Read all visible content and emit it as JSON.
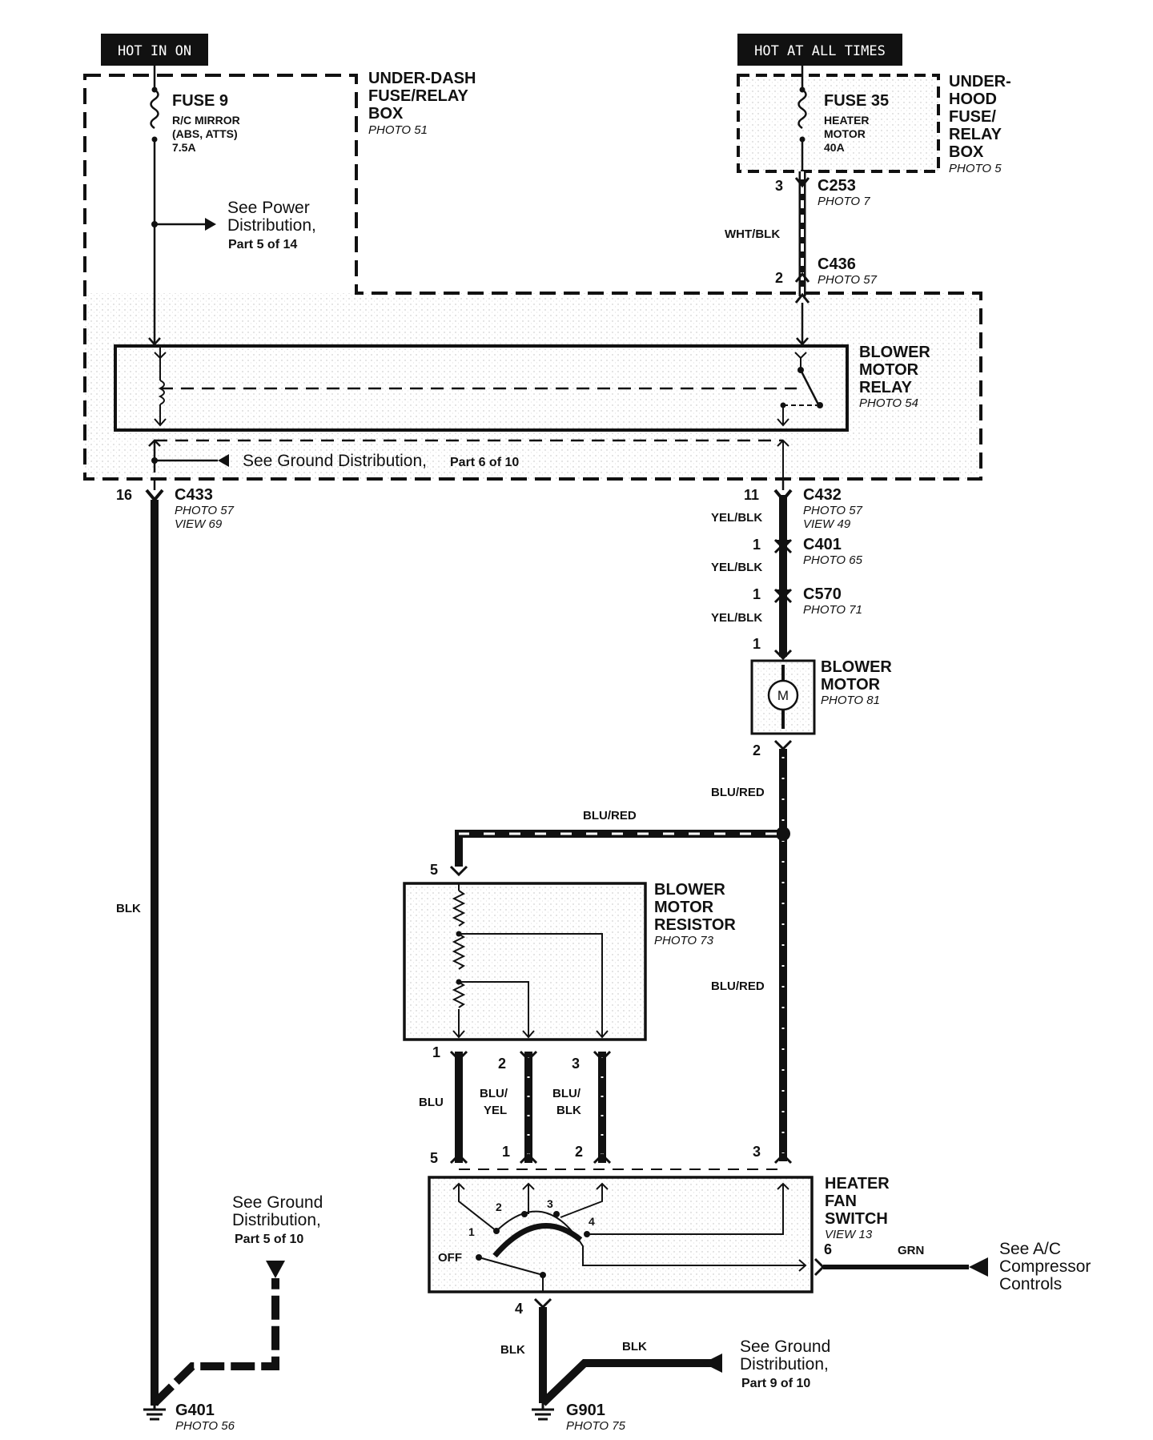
{
  "headers": {
    "hot_in_on": "HOT IN ON",
    "hot_at_all_times": "HOT AT ALL TIMES"
  },
  "under_dash_box": {
    "title_1": "UNDER-DASH",
    "title_2": "FUSE/RELAY",
    "title_3": "BOX",
    "photo": "PHOTO 51"
  },
  "under_hood_box": {
    "title_1": "UNDER-",
    "title_2": "HOOD",
    "title_3": "FUSE/",
    "title_4": "RELAY",
    "title_5": "BOX",
    "photo": "PHOTO 5"
  },
  "fuse9": {
    "name": "FUSE 9",
    "desc_1": "R/C MIRROR",
    "desc_2": "(ABS, ATTS)",
    "rating": "7.5A"
  },
  "fuse35": {
    "name": "FUSE 35",
    "desc_1": "HEATER",
    "desc_2": "MOTOR",
    "rating": "40A"
  },
  "power_ref": {
    "line_1": "See Power",
    "line_2": "Distribution,",
    "line_3": "Part 5 of 14"
  },
  "ground_ref_relay": {
    "line_1": "See Ground Distribution,",
    "line_2": "Part 6 of 10"
  },
  "ground_ref_left": {
    "line_1": "See Ground",
    "line_2": "Distribution,",
    "line_3": "Part 5 of 10"
  },
  "ground_ref_right": {
    "line_1": "See Ground",
    "line_2": "Distribution,",
    "line_3": "Part 9 of 10"
  },
  "ac_ref": {
    "line_1": "See A/C",
    "line_2": "Compressor",
    "line_3": "Controls"
  },
  "relay": {
    "line_1": "BLOWER",
    "line_2": "MOTOR",
    "line_3": "RELAY",
    "photo": "PHOTO 54"
  },
  "blower_motor": {
    "line_1": "BLOWER",
    "line_2": "MOTOR",
    "photo": "PHOTO 81",
    "symbol": "M"
  },
  "resistor": {
    "line_1": "BLOWER",
    "line_2": "MOTOR",
    "line_3": "RESISTOR",
    "photo": "PHOTO 73"
  },
  "fan_switch": {
    "line_1": "HEATER",
    "line_2": "FAN",
    "line_3": "SWITCH",
    "view": "VIEW 13",
    "off": "OFF",
    "pos1": "1",
    "pos2": "2",
    "pos3": "3",
    "pos4": "4"
  },
  "connectors": {
    "c253": {
      "name": "C253",
      "photo": "PHOTO 7",
      "pin": "3"
    },
    "c436": {
      "name": "C436",
      "photo": "PHOTO 57",
      "pin": "2"
    },
    "c433": {
      "name": "C433",
      "photo": "PHOTO 57",
      "view": "VIEW 69",
      "pin": "16"
    },
    "c432": {
      "name": "C432",
      "photo": "PHOTO 57",
      "view": "VIEW 49",
      "pin": "11"
    },
    "c401": {
      "name": "C401",
      "photo": "PHOTO 65",
      "pin": "1"
    },
    "c570": {
      "name": "C570",
      "photo": "PHOTO 71",
      "pin": "1"
    }
  },
  "pins": {
    "motor_in": "1",
    "motor_out": "2",
    "res_in": "5",
    "res_out1": "1",
    "res_out2": "2",
    "res_out3": "3",
    "sw_in5": "5",
    "sw_in1": "1",
    "sw_in2": "2",
    "sw_in3": "3",
    "sw_out6": "6",
    "sw_gnd4": "4"
  },
  "wires": {
    "wht_blk": "WHT/BLK",
    "yel_blk_1": "YEL/BLK",
    "yel_blk_2": "YEL/BLK",
    "yel_blk_3": "YEL/BLK",
    "blu_red_1": "BLU/RED",
    "blu_red_2": "BLU/RED",
    "blu_red_3": "BLU/RED",
    "blk_left": "BLK",
    "blu": "BLU",
    "blu_yel_1": "BLU/",
    "blu_yel_2": "YEL",
    "blu_blk_1": "BLU/",
    "blu_blk_2": "BLK",
    "grn": "GRN",
    "blk_g901": "BLK",
    "blk_ref": "BLK"
  },
  "grounds": {
    "g401": {
      "name": "G401",
      "photo": "PHOTO 56"
    },
    "g901": {
      "name": "G901",
      "photo": "PHOTO 75"
    }
  }
}
